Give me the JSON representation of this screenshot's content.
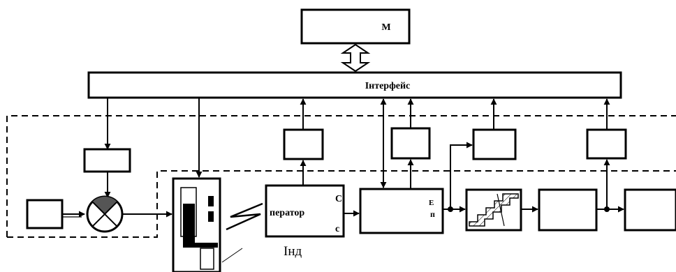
{
  "labels": {
    "memory": "М",
    "interface": "Інтерфейс",
    "operator": "ператор",
    "op_top": "С",
    "op_bottom": "с",
    "box_e_top": "Е",
    "box_e_bottom": "п",
    "indicator": "Інд"
  }
}
